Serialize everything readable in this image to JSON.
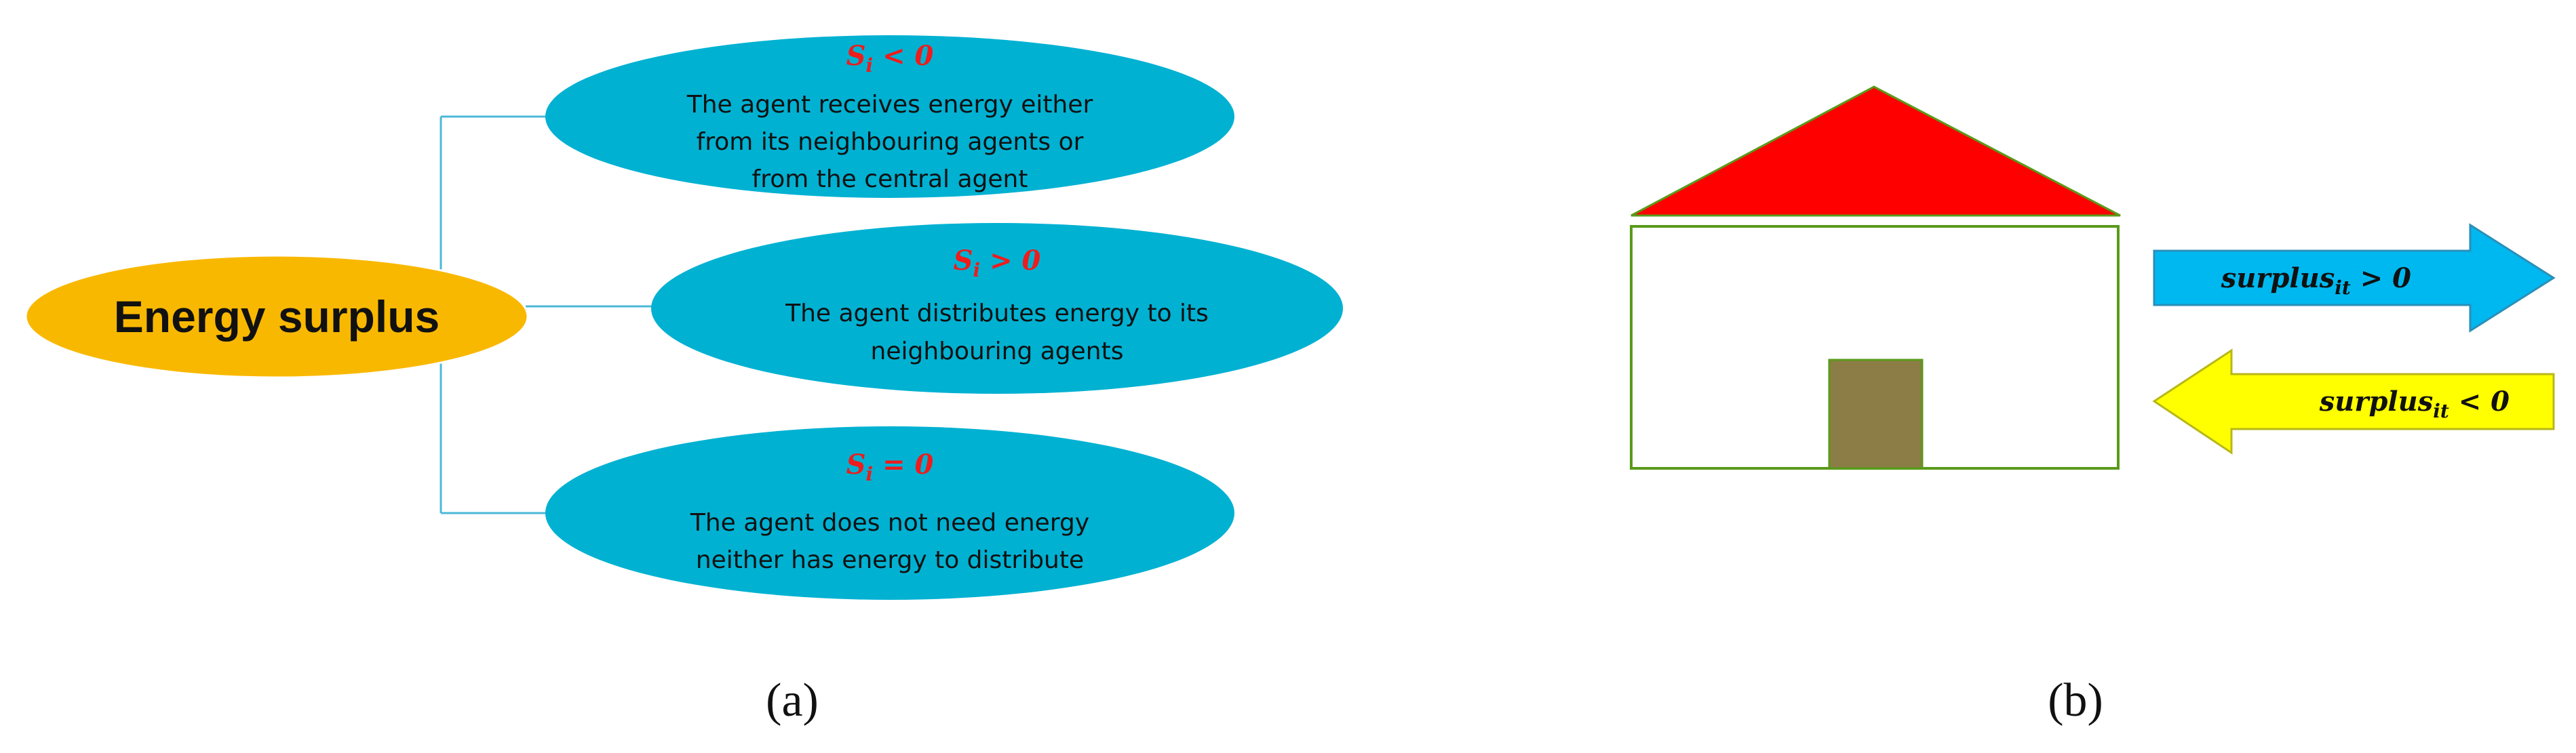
{
  "panel_a": {
    "label": "(a)",
    "central": {
      "label": "Energy surplus",
      "color": "#f9b800"
    },
    "branch_color": "#4cb8d8",
    "ellipse_color": "#00b1d2",
    "condition_color": "#ee1c1c",
    "nodes": [
      {
        "condition": "S",
        "condition_sub": "i",
        "condition_rel": " < 0",
        "lines": [
          "The agent receives energy either",
          "from its neighbouring agents or",
          "from the central agent"
        ]
      },
      {
        "condition": "S",
        "condition_sub": "i",
        "condition_rel": " > 0",
        "lines": [
          "The agent distributes energy to its",
          "neighbouring agents"
        ]
      },
      {
        "condition": "S",
        "condition_sub": "i",
        "condition_rel": " = 0",
        "lines": [
          "The agent does not need energy",
          "neither has energy to distribute"
        ]
      }
    ]
  },
  "panel_b": {
    "label": "(b)",
    "house": {
      "roof_color": "#ff0000",
      "wall_stroke": "#5a9a1a",
      "door_color": "#8b7d45"
    },
    "arrow_out": {
      "main": "surplus",
      "sub": "it",
      "rel": " > 0",
      "color": "#00b8f0"
    },
    "arrow_in": {
      "main": "surplus",
      "sub": "it",
      "rel": " < 0",
      "color": "#ffff00"
    }
  }
}
